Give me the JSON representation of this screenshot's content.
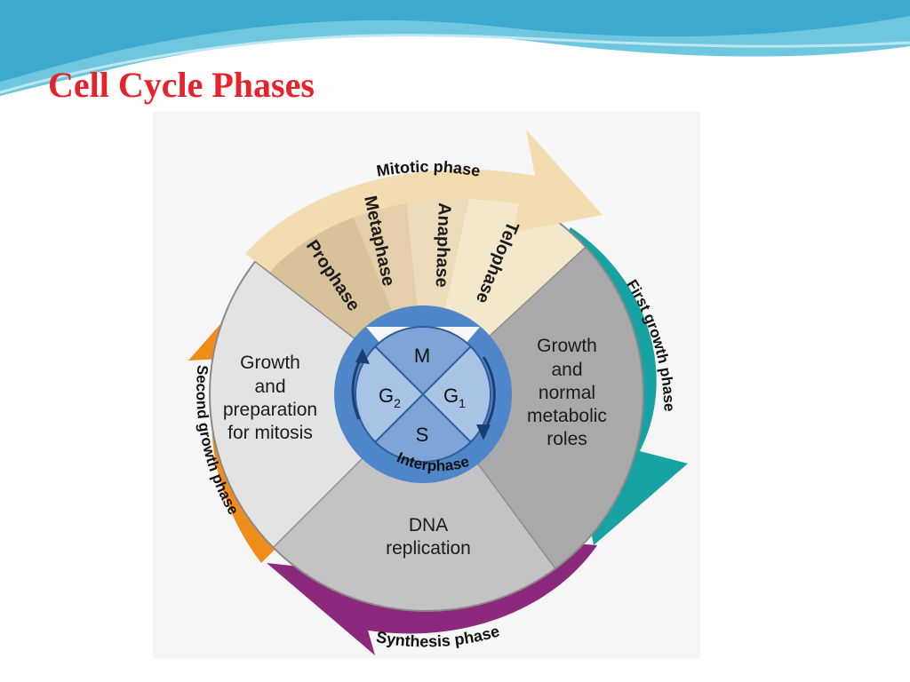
{
  "slide": {
    "title": "Cell Cycle Phases",
    "title_color": "#e8222a",
    "header_colors": [
      "#6ec6df",
      "#3da9cf",
      "#bfe7f2"
    ]
  },
  "diagram": {
    "mitotic_phase": "Mitotic phase",
    "mitosis_stages": [
      "Prophase",
      "Metaphase",
      "Anaphase",
      "Telophase"
    ],
    "interphase_label": "Interphase",
    "center": {
      "m": "M",
      "g": "G",
      "g2_sub": "2",
      "g1_sub": "1",
      "s": "S"
    },
    "g2_segment": [
      "Growth",
      "and",
      "preparation",
      "for mitosis"
    ],
    "g1_segment": [
      "Growth",
      "and",
      "normal",
      "metabolic",
      "roles"
    ],
    "s_segment": [
      "DNA",
      "replication"
    ],
    "outer_arrows": {
      "first_growth": "First growth phase",
      "synthesis": "Synthesis phase",
      "second_growth": "Second growth phase"
    },
    "colors": {
      "mitotic_band": "#f3ddb0",
      "mitosis_wedges": [
        "#d8c29a",
        "#e4cfaa",
        "#ecdcb9",
        "#f4e8cc"
      ],
      "g2_wedge": "#e3e3e3",
      "g1_wedge": "#a9a9a9",
      "s_wedge": "#c3c3c3",
      "center_blue": "#4f86c9",
      "center_light": "#a9c3e6",
      "first_growth_arrow": "#17a3a4",
      "synthesis_arrow": "#8b2a7d",
      "second_growth_arrow": "#f08c1a"
    }
  }
}
